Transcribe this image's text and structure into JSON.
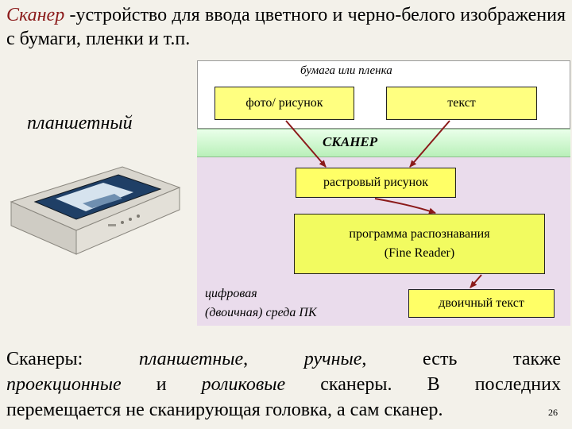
{
  "title": {
    "term": "Сканер",
    "dash_text": " -устройство для ввода цветного и черно-белого изображения с бумаги, пленки и т.п."
  },
  "scanner_label": "планшетный",
  "diagram": {
    "paper_label": "бумага или пленка",
    "photo_label": "фото/ рисунок",
    "text_label": "текст",
    "scanner_band_label": "СКАНЕР",
    "raster_label": "растровый рисунок",
    "program_line1": "программа распознавания",
    "program_line2": "(Fine Reader)",
    "digital_line1": "цифровая",
    "digital_line2": "(двоичная) среда ПК",
    "binary_label": "двоичный текст",
    "arrow_color": "#8b1a1a"
  },
  "bottom_text": {
    "p1": "Сканеры:",
    "p2": "планшетные",
    "p3": ",",
    "p4": "ручные",
    "p5": ",",
    "p6": "есть",
    "p7": "также",
    "p8": "проекционные",
    "p9": "и",
    "p10": "роликовые",
    "p11": "сканеры.",
    "p12": "В",
    "p13": "последних",
    "p14": "перемещается не сканирующая головка, а сам сканер."
  },
  "page_number": "26"
}
